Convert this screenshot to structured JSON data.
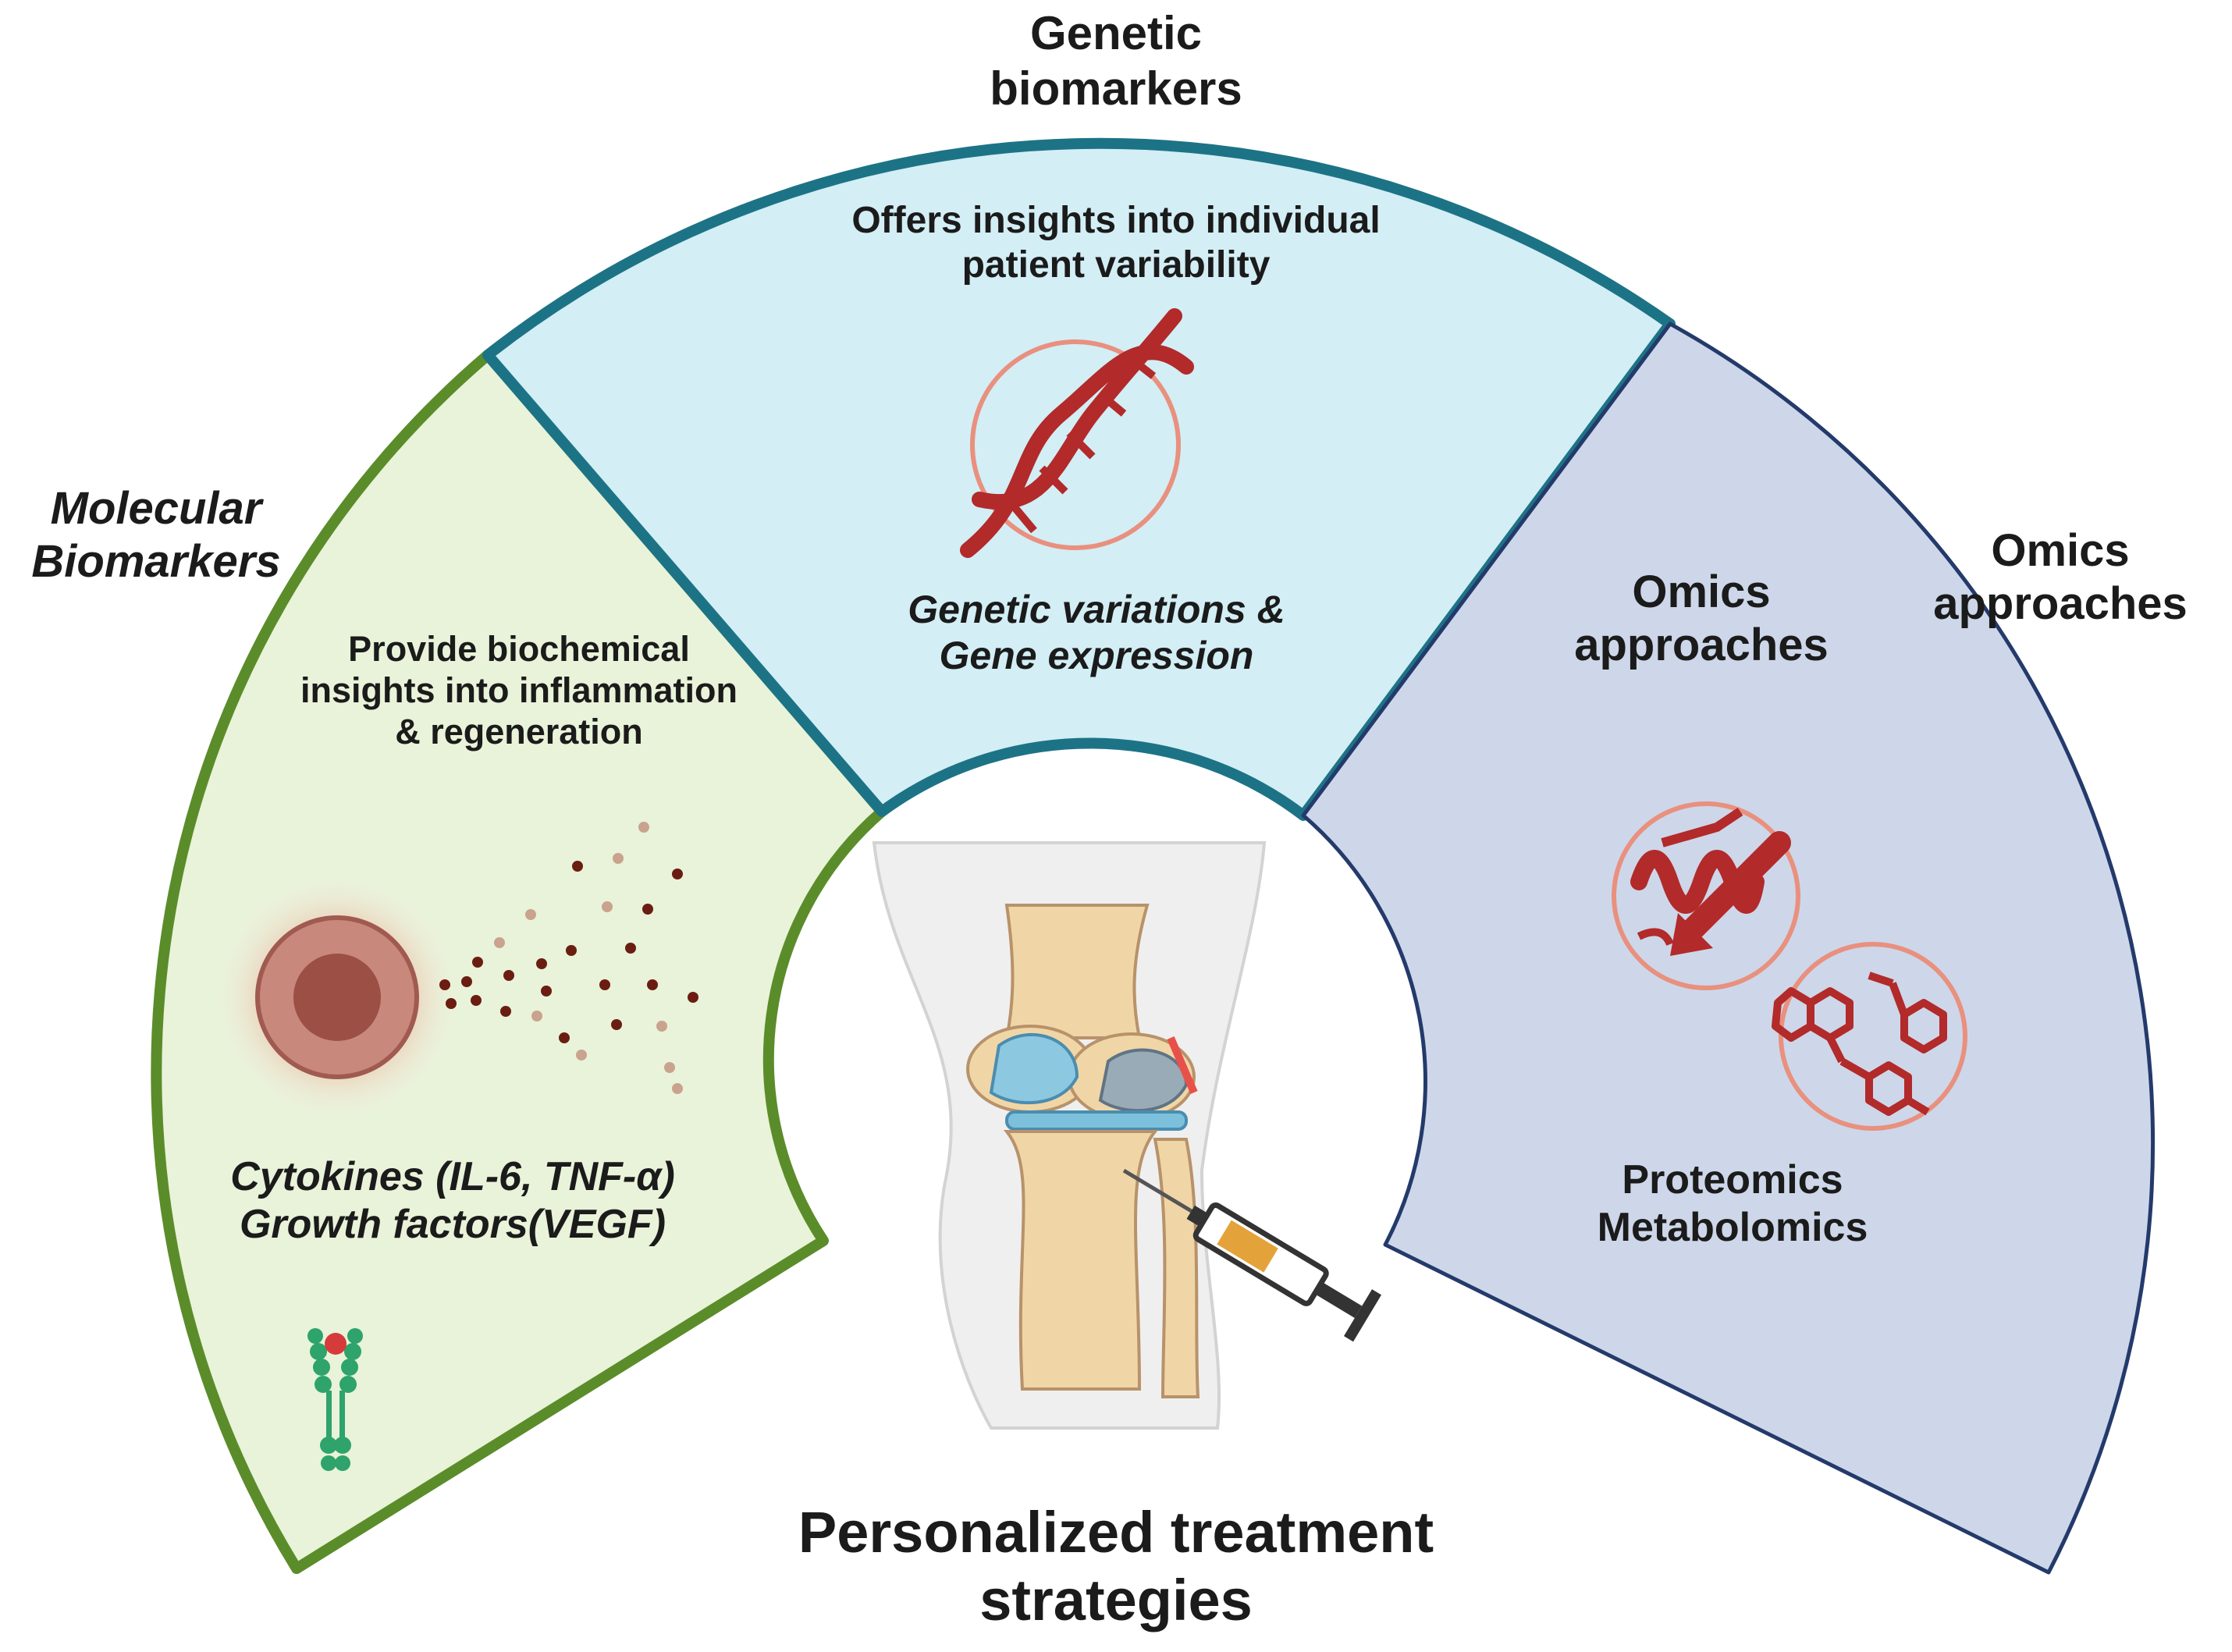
{
  "genetic": {
    "heading": [
      "Genetic",
      "biomarkers"
    ],
    "description": [
      "Offers insights into individual",
      "patient variability"
    ],
    "examples": [
      "Genetic variations &",
      "Gene expression"
    ],
    "icon": "dna-helix-icon"
  },
  "molecular": {
    "heading": [
      "Molecular",
      "Biomarkers"
    ],
    "description": [
      "Provide biochemical",
      "insights into inflammation",
      "& regeneration"
    ],
    "examples": [
      "Cytokines (IL-6, TNF-α)",
      "Growth factors(VEGF)"
    ],
    "icons": [
      "secreting-cell-icon",
      "receptor-antibody-icon"
    ]
  },
  "omics": {
    "heading": [
      "Omics",
      "approaches"
    ],
    "inner_heading": [
      "Omics",
      "approaches"
    ],
    "examples": [
      "Proteomics",
      "Metabolomics"
    ],
    "icons": [
      "protein-structure-icon",
      "metabolite-molecule-icon"
    ]
  },
  "center": {
    "title": [
      "Personalized treatment",
      "strategies"
    ],
    "icon": "knee-injection-icon"
  },
  "colors": {
    "molecular_fill": "#e8f3d9",
    "molecular_border": "#5b8c2a",
    "genetic_fill": "#d3eef5",
    "genetic_border": "#1d7386",
    "omics_fill": "#cdd7e9",
    "omics_border": "#243a6b",
    "icon_red": "#b22a2a",
    "icon_circle": "#e9907e"
  }
}
